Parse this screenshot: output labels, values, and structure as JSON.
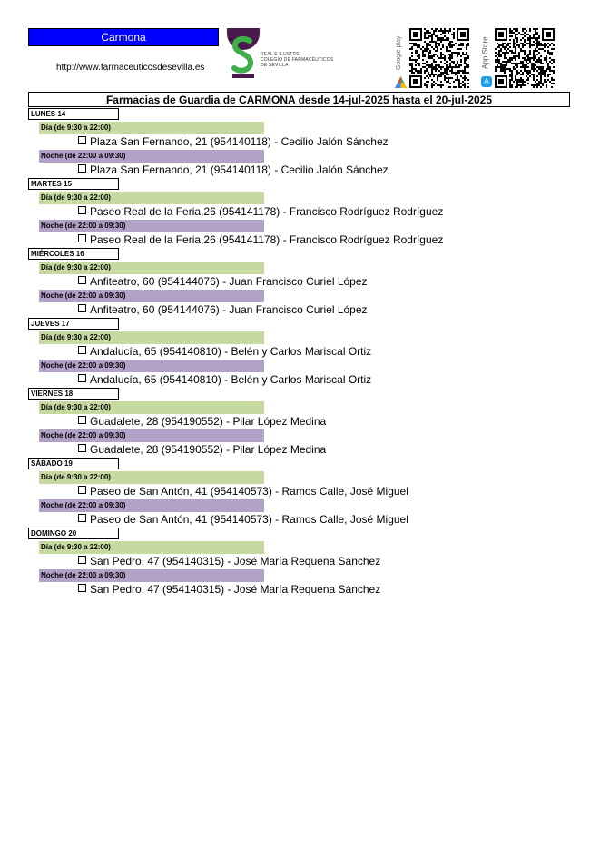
{
  "header": {
    "town": "Carmona",
    "url": "http://www.farmaceuticosdesevilla.es",
    "colegio_lines": [
      "REAL E ILUSTRE",
      "COLEGIO DE FARMACÉUTICOS",
      "DE SEVILLA"
    ],
    "google_play_label": "Google play",
    "app_store_label": "App Store"
  },
  "title": "Farmacias de Guardia de CARMONA desde 14-jul-2025 hasta el 20-jul-2025",
  "colors": {
    "town_box": "#0000ff",
    "day_shift": "#c6d9a0",
    "night_shift": "#b3a2c7",
    "logo_green": "#3fae49",
    "logo_purple": "#4a1a4f"
  },
  "days": [
    {
      "label": "LUNES 14",
      "shifts": [
        {
          "type": "day",
          "label": "Día (de 9:30 a 22:00)",
          "entry": "Plaza San Fernando, 21 (954140118) - Cecilio Jalón Sánchez"
        },
        {
          "type": "night",
          "label": "Noche (de 22:00 a 09:30)",
          "entry": "Plaza San Fernando, 21 (954140118) - Cecilio Jalón Sánchez"
        }
      ]
    },
    {
      "label": "MARTES 15",
      "shifts": [
        {
          "type": "day",
          "label": "Día (de 9:30 a 22:00)",
          "entry": "Paseo Real de la Feria,26 (954141178) - Francisco Rodríguez Rodríguez"
        },
        {
          "type": "night",
          "label": "Noche (de 22:00 a 09:30)",
          "entry": "Paseo Real de la Feria,26 (954141178) - Francisco Rodríguez Rodríguez"
        }
      ]
    },
    {
      "label": "MIÉRCOLES 16",
      "shifts": [
        {
          "type": "day",
          "label": "Día (de 9:30 a 22:00)",
          "entry": "Anfiteatro, 60 (954144076) - Juan Francisco Curiel López"
        },
        {
          "type": "night",
          "label": "Noche (de 22:00 a 09:30)",
          "entry": "Anfiteatro, 60 (954144076) - Juan Francisco Curiel López"
        }
      ]
    },
    {
      "label": "JUEVES 17",
      "shifts": [
        {
          "type": "day",
          "label": "Día (de 9:30 a 22:00)",
          "entry": "Andalucía, 65 (954140810) - Belén y Carlos Mariscal Ortiz"
        },
        {
          "type": "night",
          "label": "Noche (de 22:00 a 09:30)",
          "entry": "Andalucía, 65 (954140810) - Belén y Carlos Mariscal Ortiz"
        }
      ]
    },
    {
      "label": "VIERNES 18",
      "shifts": [
        {
          "type": "day",
          "label": "Día (de 9:30 a 22:00)",
          "entry": "Guadalete, 28 (954190552) - Pilar López Medina"
        },
        {
          "type": "night",
          "label": "Noche (de 22:00 a 09:30)",
          "entry": "Guadalete, 28 (954190552) - Pilar López Medina"
        }
      ]
    },
    {
      "label": "SÁBADO 19",
      "shifts": [
        {
          "type": "day",
          "label": "Día (de 9:30 a 22:00)",
          "entry": "Paseo de San Antón, 41 (954140573) - Ramos Calle, José Miguel"
        },
        {
          "type": "night",
          "label": "Noche (de 22:00 a 09:30)",
          "entry": "Paseo de San Antón, 41 (954140573) - Ramos Calle, José Miguel"
        }
      ]
    },
    {
      "label": "DOMINGO 20",
      "shifts": [
        {
          "type": "day",
          "label": "Día (de 9:30 a 22:00)",
          "entry": "San Pedro, 47 (954140315) - José María Requena Sánchez"
        },
        {
          "type": "night",
          "label": "Noche (de 22:00 a 09:30)",
          "entry": "San Pedro, 47 (954140315) - José María Requena Sánchez"
        }
      ]
    }
  ]
}
